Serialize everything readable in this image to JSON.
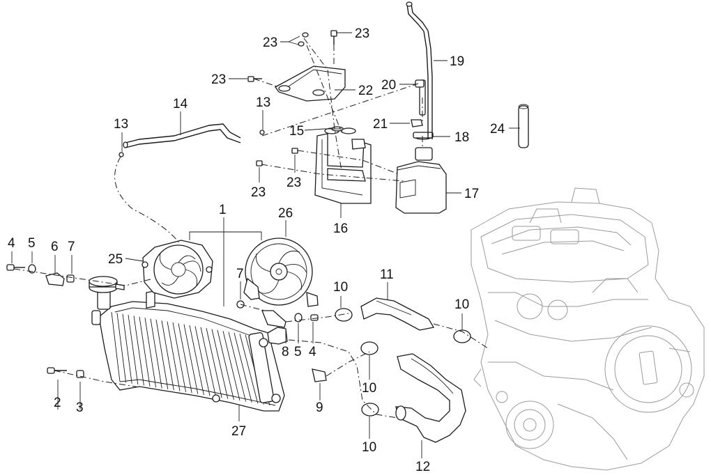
{
  "diagram": {
    "callouts": [
      {
        "id": "c1",
        "text": "1"
      },
      {
        "id": "c2",
        "text": "2"
      },
      {
        "id": "c3",
        "text": "3"
      },
      {
        "id": "c4a",
        "text": "4"
      },
      {
        "id": "c4b",
        "text": "4"
      },
      {
        "id": "c5a",
        "text": "5"
      },
      {
        "id": "c5b",
        "text": "5"
      },
      {
        "id": "c6",
        "text": "6"
      },
      {
        "id": "c7a",
        "text": "7"
      },
      {
        "id": "c7b",
        "text": "7"
      },
      {
        "id": "c8",
        "text": "8"
      },
      {
        "id": "c9",
        "text": "9"
      },
      {
        "id": "c10a",
        "text": "10"
      },
      {
        "id": "c10b",
        "text": "10"
      },
      {
        "id": "c10c",
        "text": "10"
      },
      {
        "id": "c10d",
        "text": "10"
      },
      {
        "id": "c11",
        "text": "11"
      },
      {
        "id": "c12",
        "text": "12"
      },
      {
        "id": "c13a",
        "text": "13"
      },
      {
        "id": "c13b",
        "text": "13"
      },
      {
        "id": "c14",
        "text": "14"
      },
      {
        "id": "c15",
        "text": "15"
      },
      {
        "id": "c16",
        "text": "16"
      },
      {
        "id": "c17",
        "text": "17"
      },
      {
        "id": "c18",
        "text": "18"
      },
      {
        "id": "c19",
        "text": "19"
      },
      {
        "id": "c20",
        "text": "20"
      },
      {
        "id": "c21",
        "text": "21"
      },
      {
        "id": "c22",
        "text": "22"
      },
      {
        "id": "c23a",
        "text": "23"
      },
      {
        "id": "c23b",
        "text": "23"
      },
      {
        "id": "c23c",
        "text": "23"
      },
      {
        "id": "c23d",
        "text": "23"
      },
      {
        "id": "c23e",
        "text": "23"
      },
      {
        "id": "c24",
        "text": "24"
      },
      {
        "id": "c25",
        "text": "25"
      },
      {
        "id": "c26",
        "text": "26"
      },
      {
        "id": "c27",
        "text": "27"
      }
    ]
  }
}
